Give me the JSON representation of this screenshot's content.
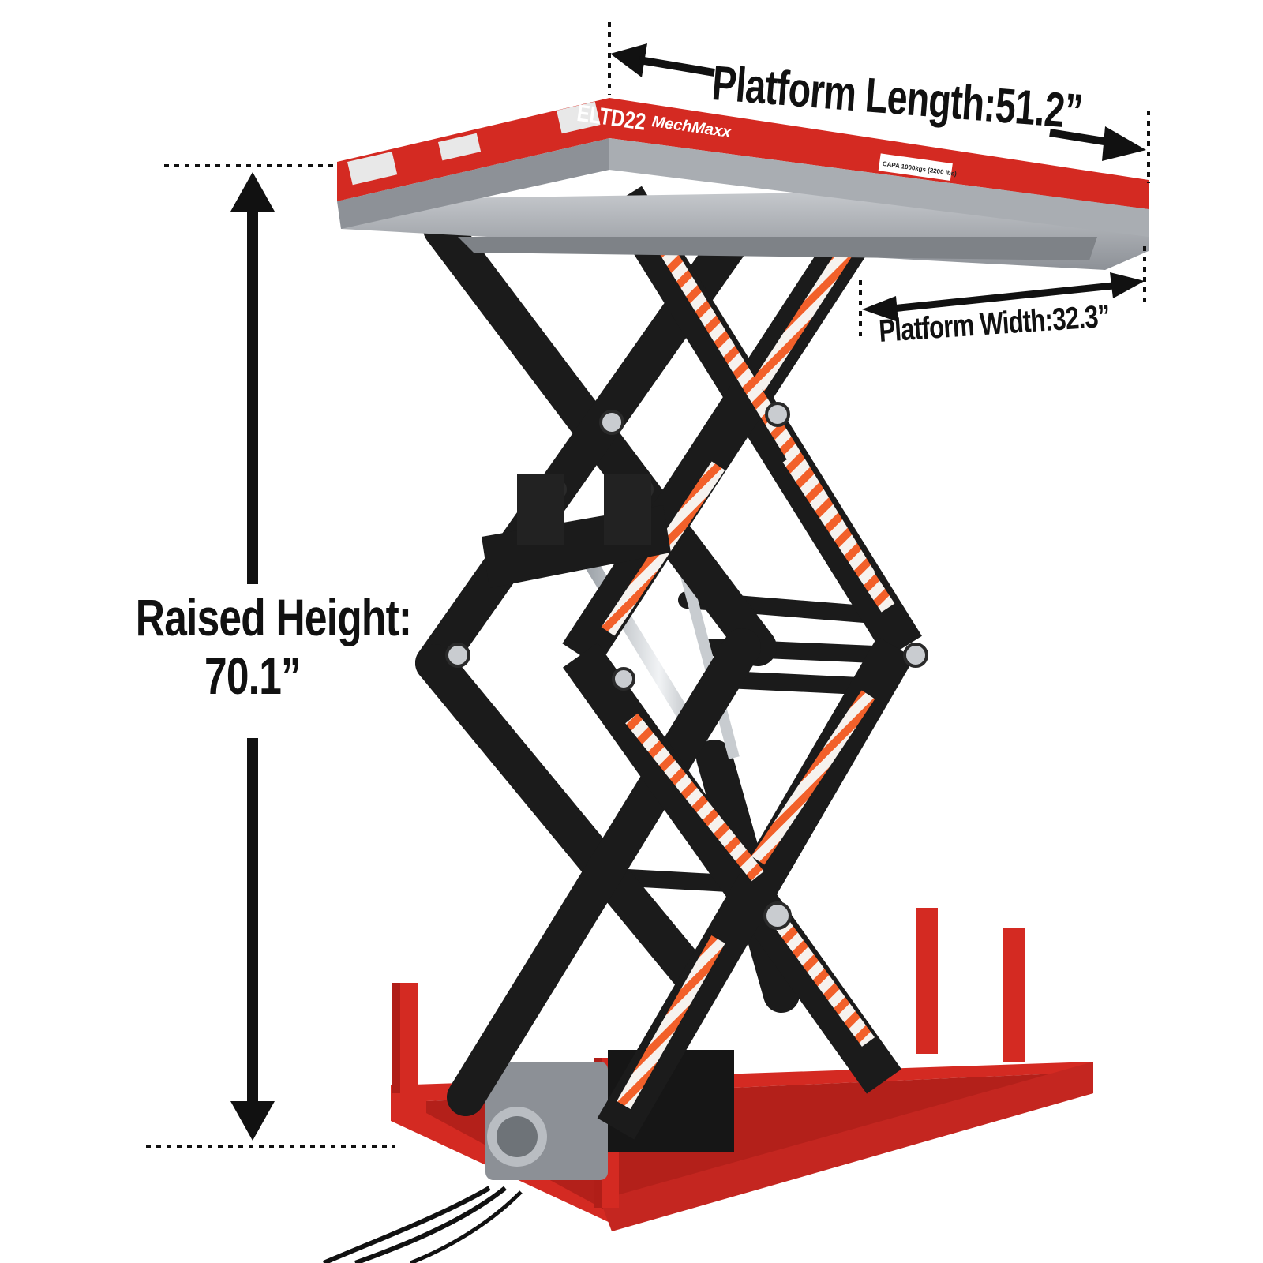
{
  "product": {
    "brand": "MechMaxx",
    "model": "ELTD22",
    "capacity": "CAPA 1000kgs (2200 lbs)"
  },
  "dimensions": {
    "platform_length": "Platform Length:51.2”",
    "platform_width": "Platform Width:32.3”",
    "raised_height_line1": "Raised Height:",
    "raised_height_line2": "70.1”"
  },
  "colors": {
    "frame_red": "#d42a22",
    "scissor_black": "#1b1b1b",
    "platform_grey": "#9a9ea3",
    "stripe_orange": "#f2602a",
    "arrow_black": "#111111"
  }
}
